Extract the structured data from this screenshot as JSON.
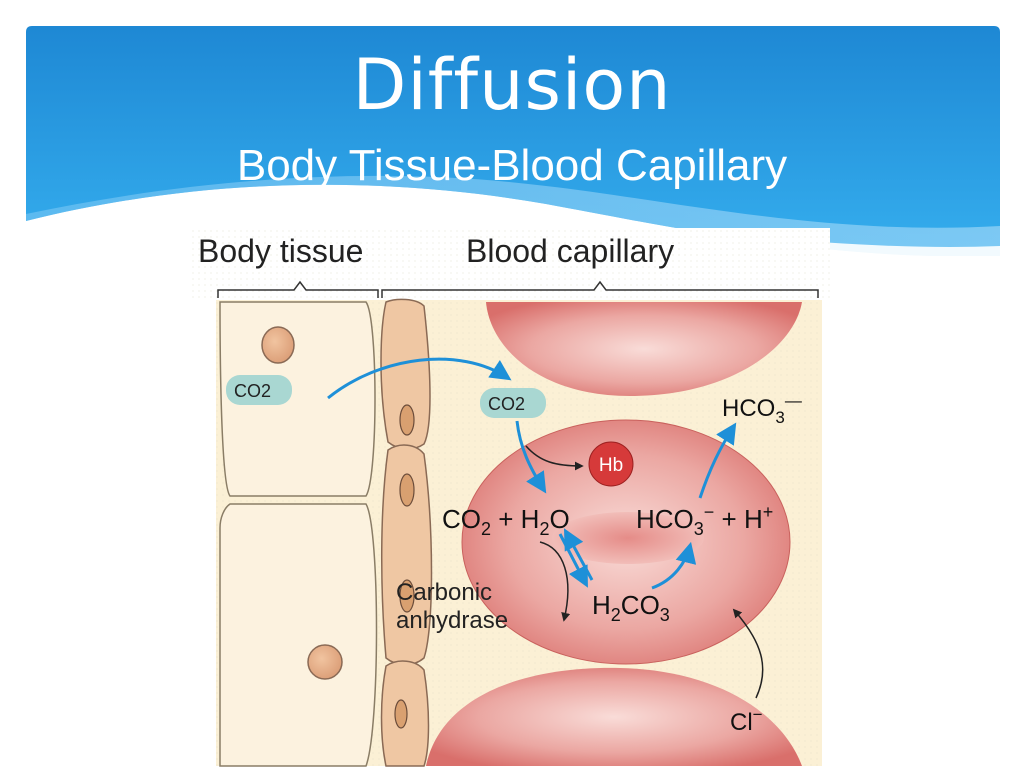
{
  "slide": {
    "title": "Diffusion",
    "subtitle": "Body Tissue-Blood Capillary"
  },
  "figure": {
    "region_labels": {
      "body_tissue": "Body tissue",
      "blood_capillary": "Blood capillary"
    },
    "molecules": {
      "co2_tissue": "CO2",
      "co2_capillary": "CO2",
      "hb": "Hb"
    },
    "reactions": {
      "left_eq": {
        "a": "CO",
        "a_sub": "2",
        "plus": " + H",
        "b_sub": "2",
        "b_tail": "O"
      },
      "right_eq": {
        "a": "HCO",
        "a_sub": "3",
        "a_sup": "−",
        "plus": " + H",
        "b_sup": "+"
      },
      "carbonic_acid": {
        "a": "H",
        "a_sub": "2",
        "b": "CO",
        "b_sub": "3"
      },
      "bicarbonate_out": {
        "a": "HCO",
        "a_sub": "3",
        "a_sup": "—"
      },
      "chloride": {
        "a": "Cl",
        "a_sup": "−"
      }
    },
    "enzyme_label": {
      "line1": "Carbonic",
      "line2": "anhydrase"
    },
    "colors": {
      "header_blue": "#2B9FE6",
      "tissue_fill": "#FBF0D5",
      "capillary_wall": "#EFC7A3",
      "rbc": "#E8918F",
      "arrow": "#1E90D8",
      "hb": "#D63A3A"
    }
  }
}
